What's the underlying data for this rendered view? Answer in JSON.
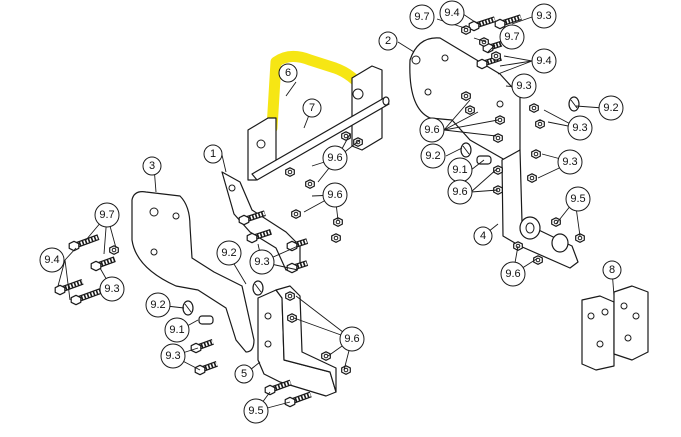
{
  "diagram": {
    "highlight_color": "#f5e400",
    "callouts": [
      {
        "id": "c-97-top",
        "label": "9.7"
      },
      {
        "id": "c-94-top",
        "label": "9.4"
      },
      {
        "id": "c-93-top",
        "label": "9.3"
      },
      {
        "id": "c-97-b",
        "label": "9.7"
      },
      {
        "id": "c-94-b",
        "label": "9.4"
      },
      {
        "id": "c-2",
        "label": "2"
      },
      {
        "id": "c-6",
        "label": "6"
      },
      {
        "id": "c-93-r1",
        "label": "9.3"
      },
      {
        "id": "c-7",
        "label": "7"
      },
      {
        "id": "c-92-r",
        "label": "9.2"
      },
      {
        "id": "c-96-r",
        "label": "9.6"
      },
      {
        "id": "c-93-r2",
        "label": "9.3"
      },
      {
        "id": "c-92-m",
        "label": "9.2"
      },
      {
        "id": "c-96-c",
        "label": "9.6"
      },
      {
        "id": "c-1",
        "label": "1"
      },
      {
        "id": "c-91-r",
        "label": "9.1"
      },
      {
        "id": "c-93-r3",
        "label": "9.3"
      },
      {
        "id": "c-96-r2",
        "label": "9.6"
      },
      {
        "id": "c-3",
        "label": "3"
      },
      {
        "id": "c-96-c2",
        "label": "9.6"
      },
      {
        "id": "c-95-r",
        "label": "9.5"
      },
      {
        "id": "c-97-l",
        "label": "9.7"
      },
      {
        "id": "c-4",
        "label": "4"
      },
      {
        "id": "c-92-l",
        "label": "9.2"
      },
      {
        "id": "c-94-l",
        "label": "9.4"
      },
      {
        "id": "c-93-c",
        "label": "9.3"
      },
      {
        "id": "c-96-r3",
        "label": "9.6"
      },
      {
        "id": "c-8",
        "label": "8"
      },
      {
        "id": "c-93-l",
        "label": "9.3"
      },
      {
        "id": "c-92-l2",
        "label": "9.2"
      },
      {
        "id": "c-91-l",
        "label": "9.1"
      },
      {
        "id": "c-96-b",
        "label": "9.6"
      },
      {
        "id": "c-93-l2",
        "label": "9.3"
      },
      {
        "id": "c-5",
        "label": "5"
      },
      {
        "id": "c-95-b",
        "label": "9.5"
      }
    ]
  }
}
